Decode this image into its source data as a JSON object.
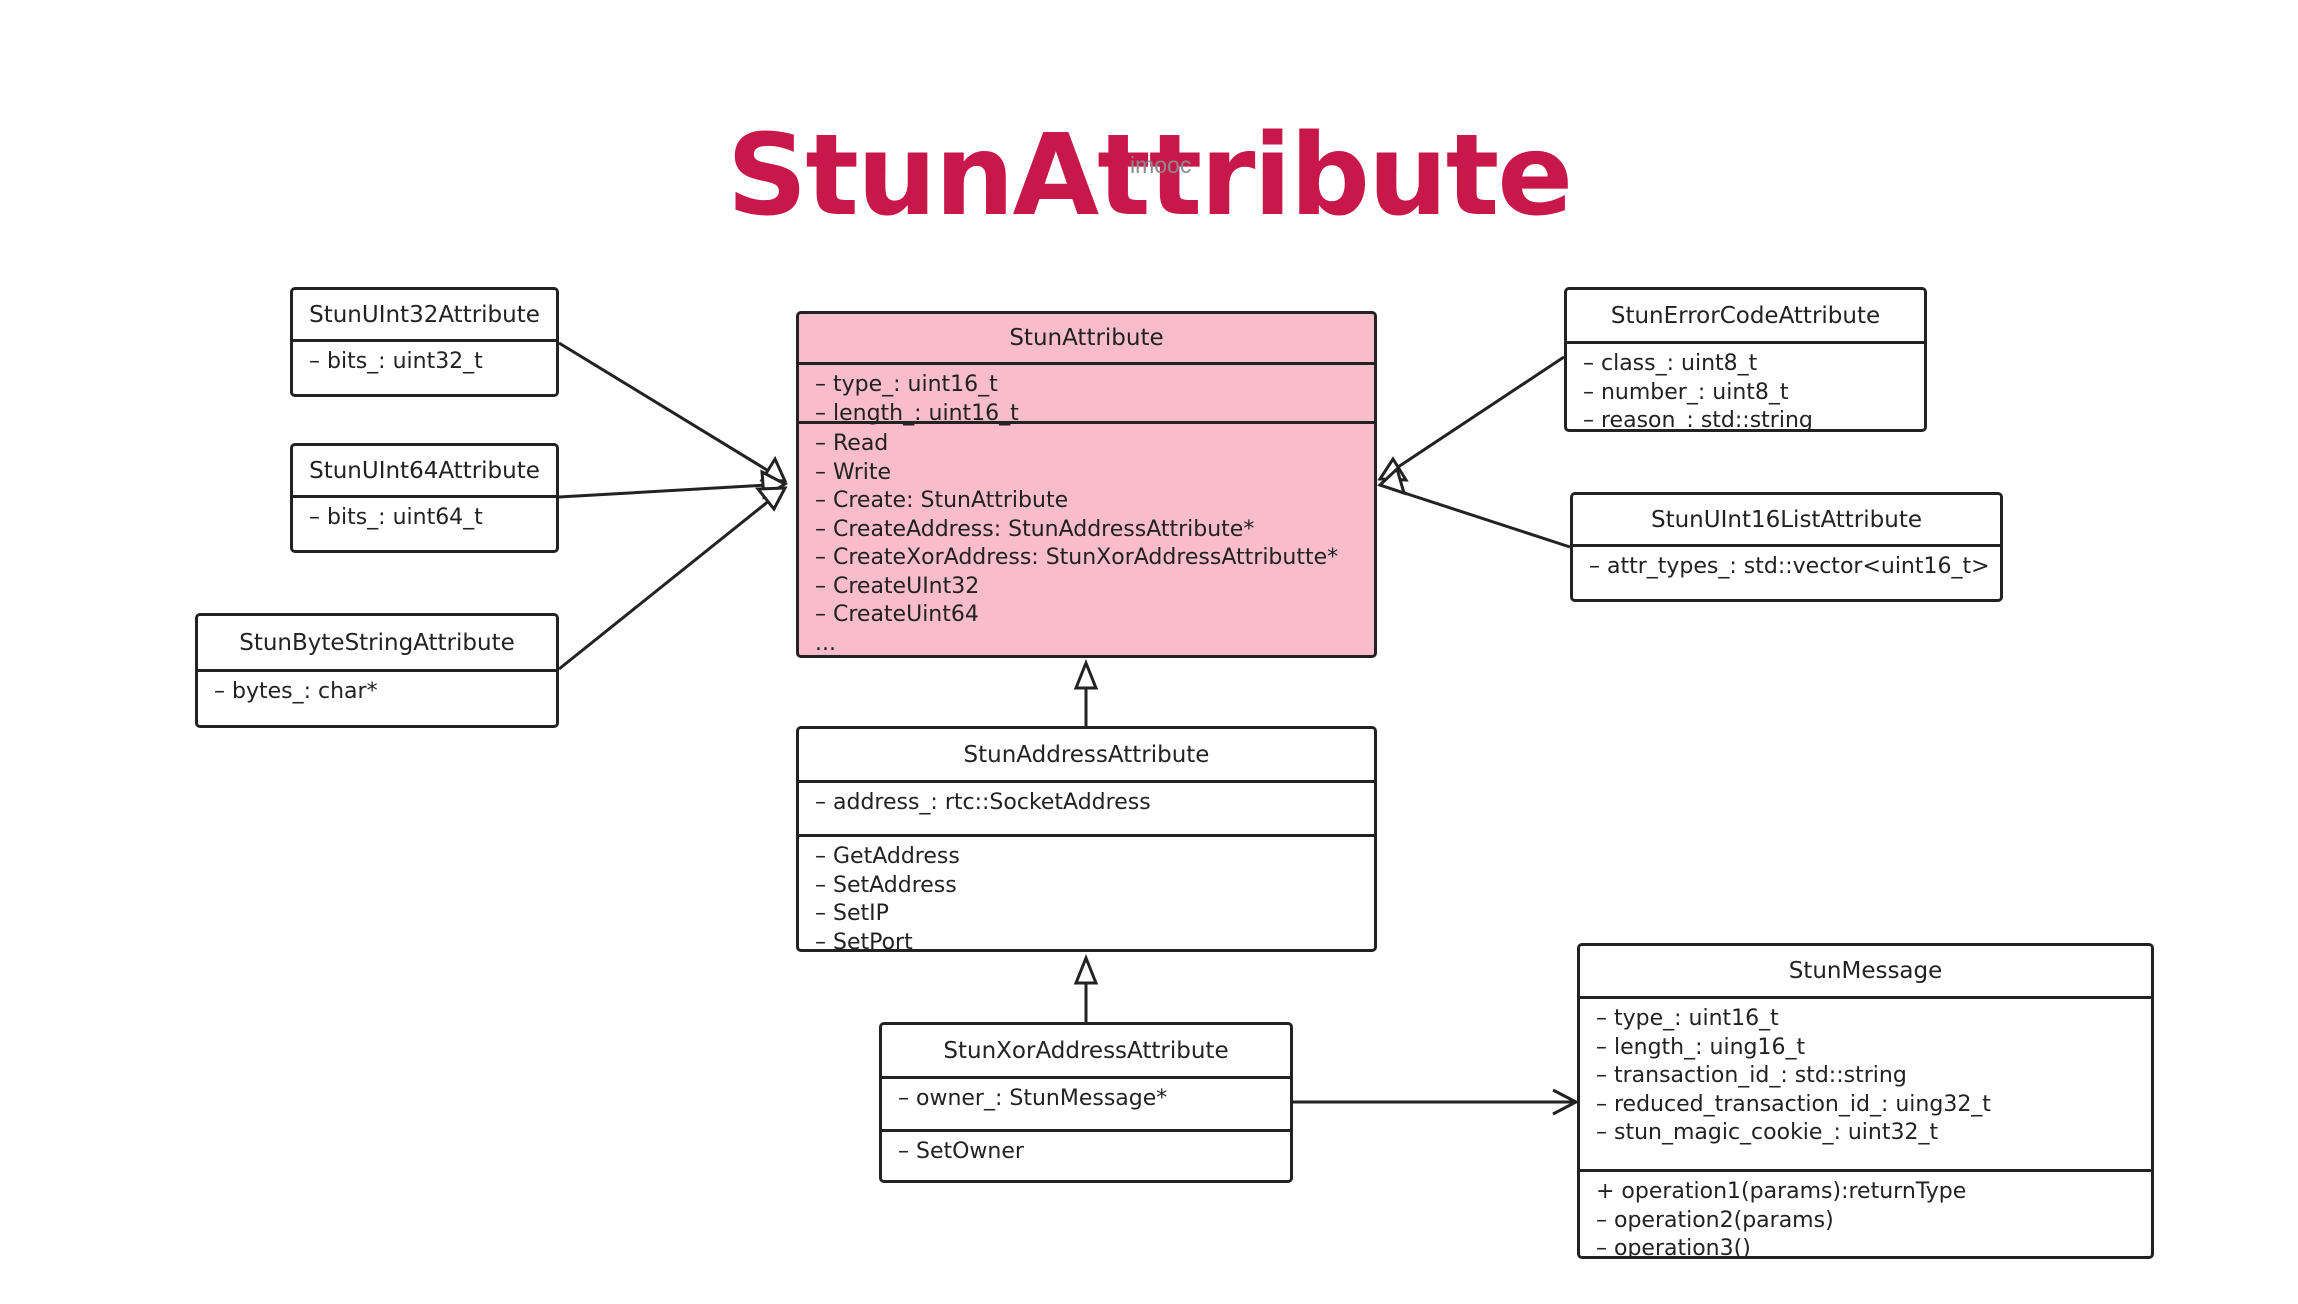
{
  "title": "StunAttribute",
  "title_color": "#c8184a",
  "watermark": "imooc",
  "classes": [
    {
      "id": "stun-attribute",
      "name": "StunAttribute",
      "attributes": [
        "– type_: uint16_t",
        "– length_: uint16_t"
      ],
      "methods": [
        "– Read",
        "– Write",
        "– Create: StunAttribute",
        "– CreateAddress: StunAddressAttribute*",
        "– CreateXorAddress: StunXorAddressAttributte*",
        "– CreateUInt32",
        "– CreateUint64",
        "..."
      ]
    },
    {
      "id": "stun-uint32-attribute",
      "name": "StunUInt32Attribute",
      "attributes": [
        "– bits_: uint32_t"
      ],
      "methods": []
    },
    {
      "id": "stun-uint64-attribute",
      "name": "StunUInt64Attribute",
      "attributes": [
        "– bits_: uint64_t"
      ],
      "methods": []
    },
    {
      "id": "stun-bytestring-attribute",
      "name": "StunByteStringAttribute",
      "attributes": [
        "– bytes_: char*"
      ],
      "methods": []
    },
    {
      "id": "stun-errorcode-attribute",
      "name": "StunErrorCodeAttribute",
      "attributes": [
        "– class_: uint8_t",
        "– number_: uint8_t",
        "– reason_: std::string"
      ],
      "methods": []
    },
    {
      "id": "stun-uint16list-attribute",
      "name": "StunUInt16ListAttribute",
      "attributes": [
        "– attr_types_: std::vector<uint16_t>"
      ],
      "methods": []
    },
    {
      "id": "stun-address-attribute",
      "name": "StunAddressAttribute",
      "attributes": [
        "– address_: rtc::SocketAddress"
      ],
      "methods": [
        "– GetAddress",
        "– SetAddress",
        "– SetIP",
        "– SetPort"
      ]
    },
    {
      "id": "stun-xoraddress-attribute",
      "name": "StunXorAddressAttribute",
      "attributes": [
        "– owner_: StunMessage*"
      ],
      "methods": [
        "– SetOwner"
      ]
    },
    {
      "id": "stun-message",
      "name": "StunMessage",
      "attributes": [
        "– type_: uint16_t",
        "– length_: uing16_t",
        "– transaction_id_: std::string",
        "– reduced_transaction_id_: uing32_t",
        "– stun_magic_cookie_: uint32_t"
      ],
      "methods": [
        "+ operation1(params):returnType",
        "– operation2(params)",
        "– operation3()"
      ]
    }
  ]
}
